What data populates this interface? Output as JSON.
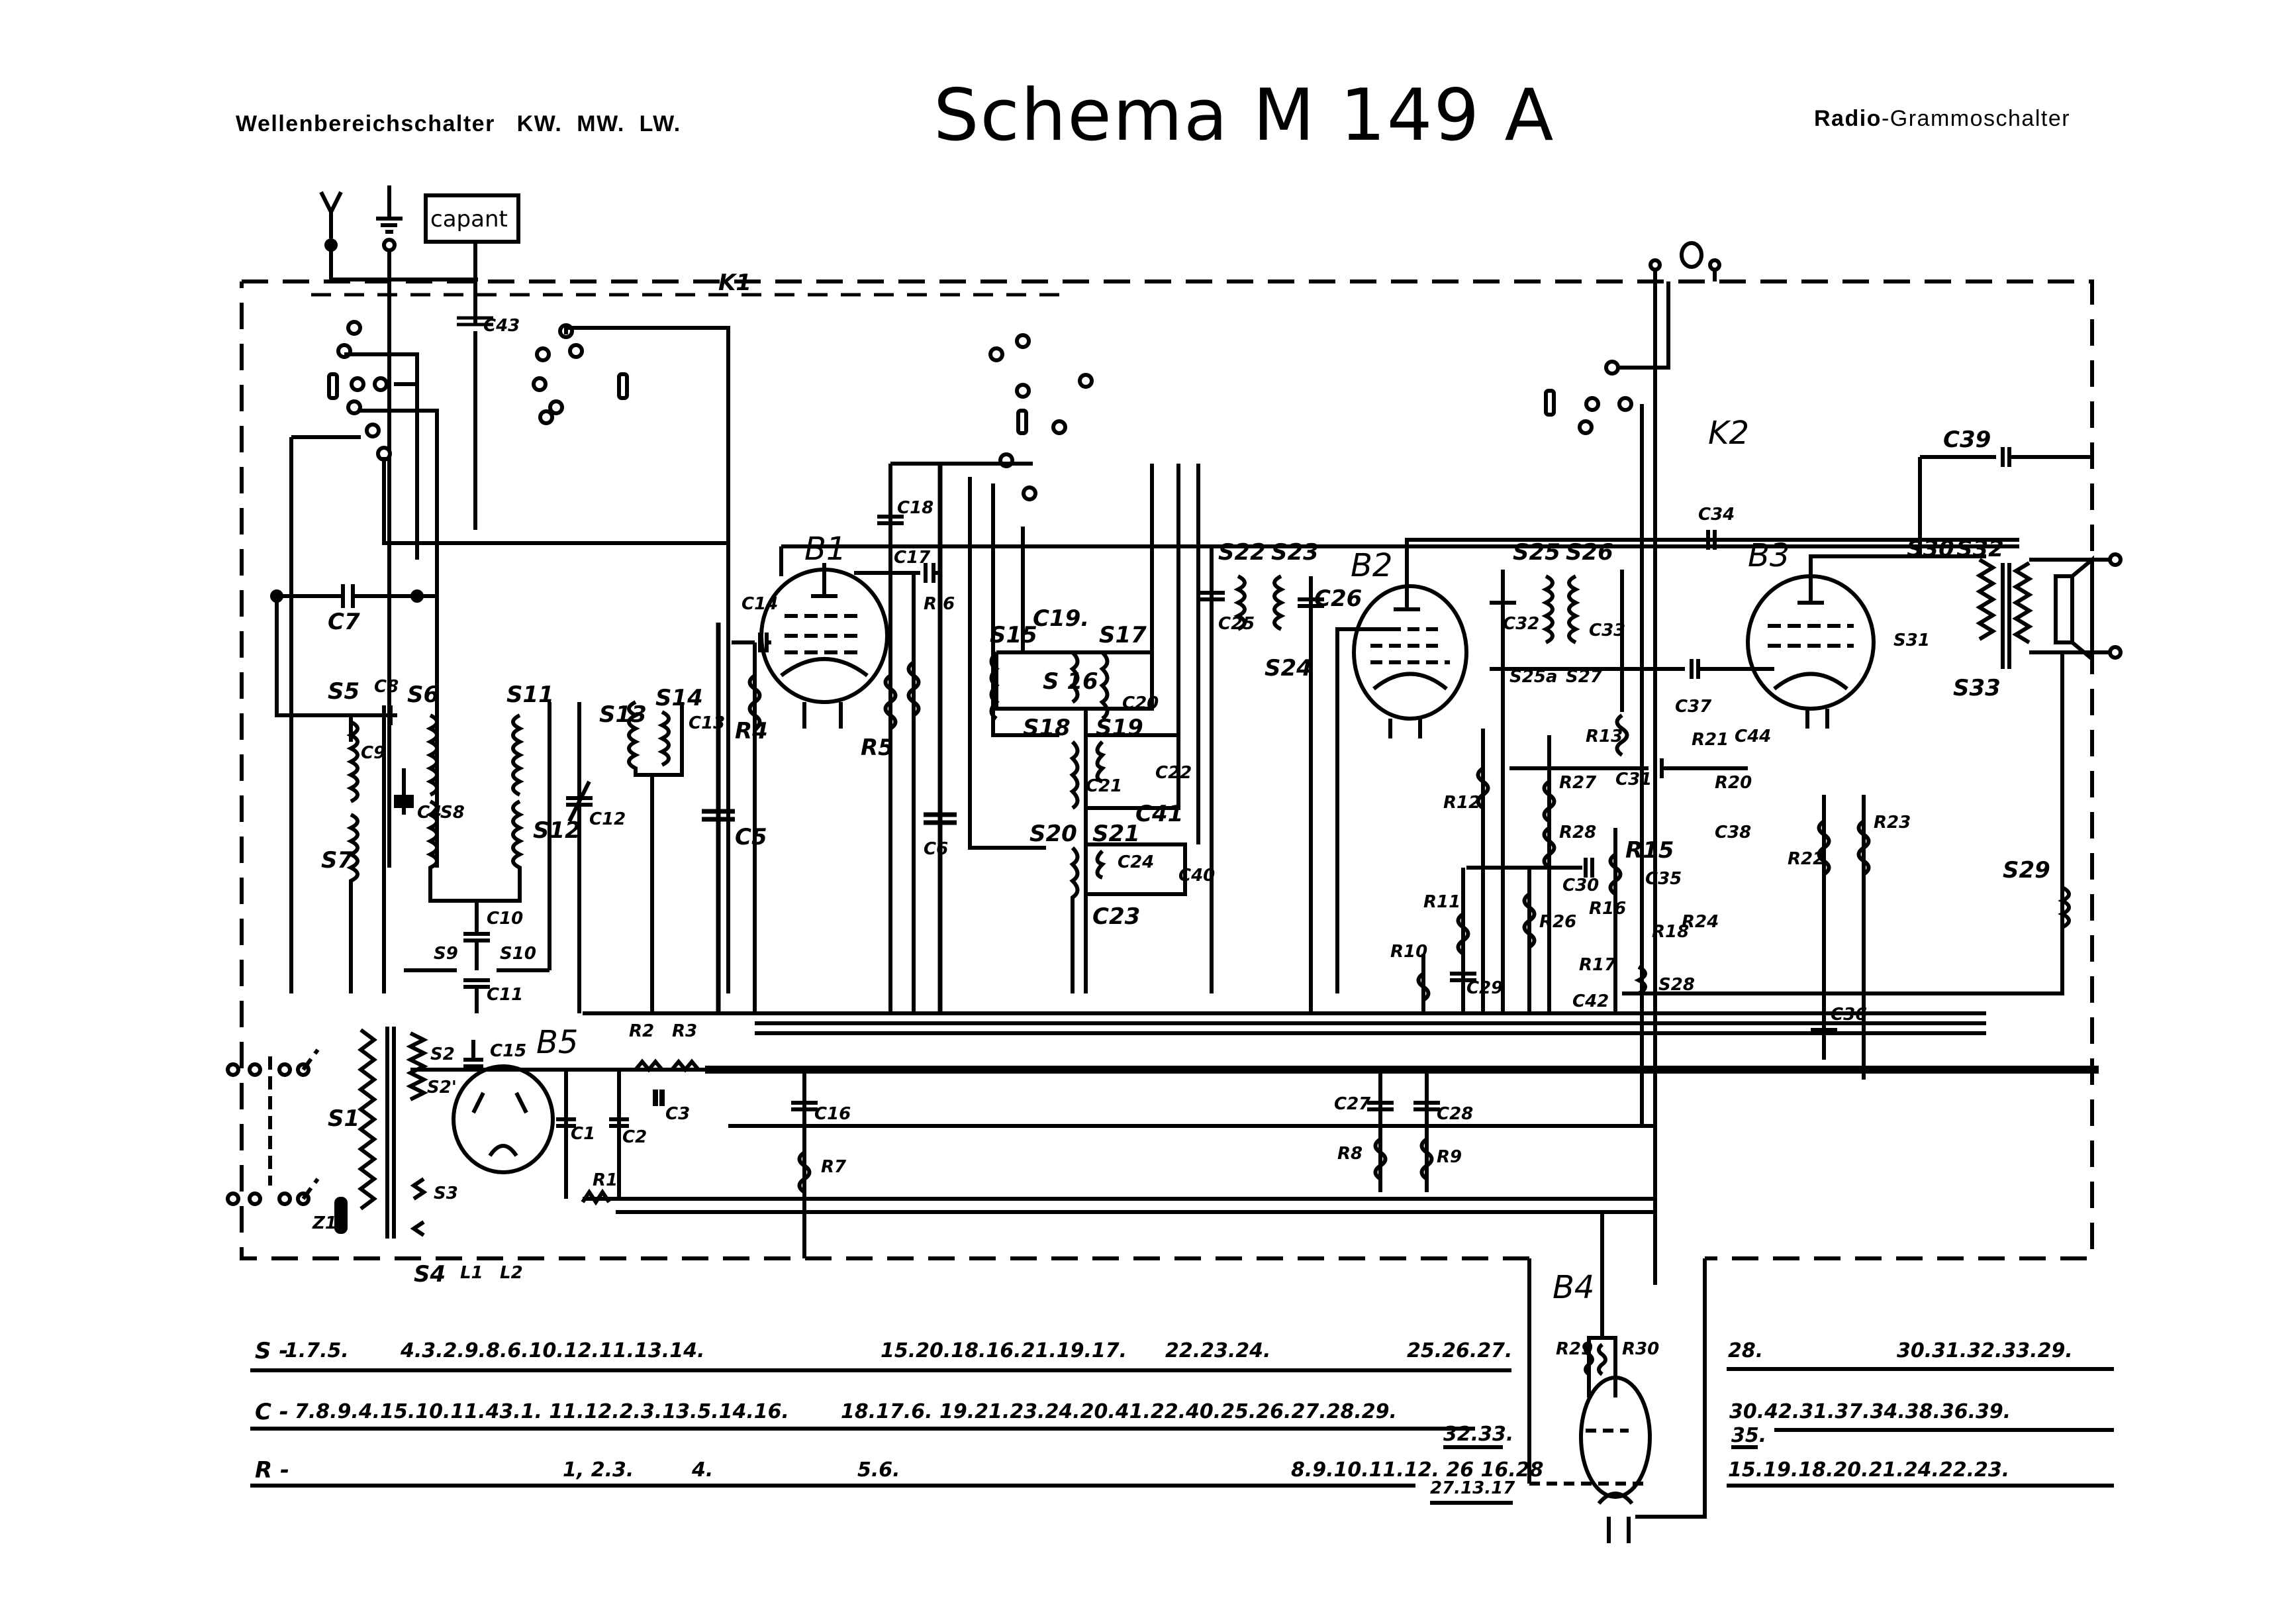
{
  "header": {
    "left_prefix": "Wellenbereichschalter",
    "left_bands": [
      "KW.",
      "MW.",
      "LW."
    ],
    "title": "Schema M 149 A",
    "right_bold": "Radio",
    "right_rest": "-Grammoschalter"
  },
  "switch_labels": {
    "k1": "K1",
    "k2": "K2",
    "capant": "capant"
  },
  "tubes": [
    "B1",
    "B2",
    "B3",
    "B4",
    "B5"
  ],
  "components": {
    "coils": [
      "S1",
      "S2",
      "S2'",
      "S3",
      "S4",
      "S5",
      "S6",
      "S7",
      "S8",
      "S9",
      "S10",
      "S11",
      "S12",
      "S13",
      "S14",
      "S15",
      "S16",
      "S17",
      "S18",
      "S19",
      "S20",
      "S21",
      "S22",
      "S23",
      "S24",
      "S25",
      "S25a",
      "S26",
      "S27",
      "S28",
      "S29",
      "S30",
      "S31",
      "S32",
      "S33"
    ],
    "capacitors": [
      "C1",
      "C2",
      "C3",
      "C4",
      "C5",
      "C6",
      "C7",
      "C8",
      "C9",
      "C10",
      "C11",
      "C12",
      "C13",
      "C14",
      "C15",
      "C16",
      "C17",
      "C18",
      "C19",
      "C20",
      "C21",
      "C22",
      "C23",
      "C24",
      "C25",
      "C26",
      "C27",
      "C28",
      "C29",
      "C30",
      "C31",
      "C32",
      "C33",
      "C34",
      "C35",
      "C36",
      "C37",
      "C38",
      "C39",
      "C40",
      "C41",
      "C42",
      "C43",
      "C44"
    ],
    "resistors": [
      "R1",
      "R2",
      "R3",
      "R4",
      "R5",
      "R6",
      "R7",
      "R8",
      "R9",
      "R10",
      "R11",
      "R12",
      "R13",
      "R15",
      "R16",
      "R17",
      "R18",
      "R20",
      "R21",
      "R22",
      "R23",
      "R24",
      "R26",
      "R27",
      "R28",
      "R29",
      "R30"
    ],
    "other": [
      "Z1",
      "L1",
      "L2"
    ]
  },
  "legend": {
    "s_row": {
      "key": "S -",
      "groups": [
        "1.7.5.",
        "4.3.2.9.8.6.10.12.11.13.14.",
        "15.20.18.16.21.19.17.",
        "22.23.24.",
        "25.26.27.",
        "28.",
        "30.31.32.33.29."
      ]
    },
    "c_row": {
      "key": "C -",
      "groups": [
        "7.8.9.4.15.10.11.43.1. 11.12.2.3.13.5.14.16.",
        "18.17.6. 19.21.23.24.20.41.22.40.25.26.27.28.29.",
        "32.33.",
        "30.42.31.37.34.38.36.39.",
        "35."
      ]
    },
    "r_row": {
      "key": "R -",
      "groups": [
        "1, 2.3.",
        "4.",
        "5.6.",
        "8.9.10.11.12. 26 16.28",
        "27.13.17",
        "15.19.18.20.21.24.22.23."
      ]
    }
  }
}
